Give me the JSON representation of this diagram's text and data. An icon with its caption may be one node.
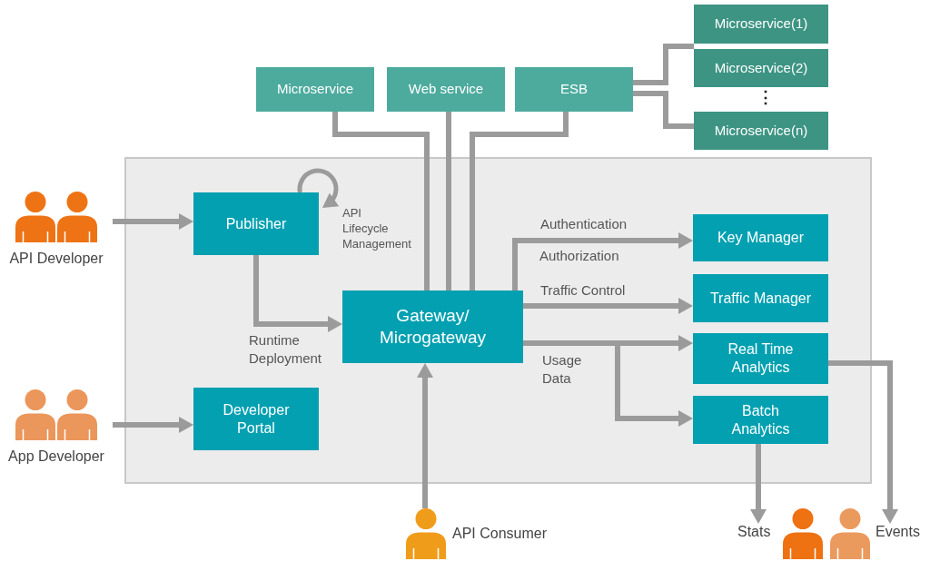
{
  "diagram": {
    "nodes": [
      {
        "text": [
          "Microservice"
        ]
      },
      {
        "text": [
          "Web service"
        ]
      },
      {
        "text": [
          "ESB"
        ]
      },
      {
        "text": [
          "Microservice(1)"
        ]
      },
      {
        "text": [
          "Microservice(2)"
        ]
      },
      {
        "text": [
          "Microservice(n)"
        ]
      },
      {
        "text": [],
        "shape": "box"
      },
      {
        "text": [
          "API Developer"
        ]
      },
      {
        "text": [
          "Publisher"
        ],
        "in": 6
      },
      {
        "text": [
          "Gateway/ Microgateway"
        ],
        "in": 6
      },
      {
        "text": [
          "Key Manager"
        ],
        "in": 6
      },
      {
        "text": [
          "Traffic Manager"
        ],
        "in": 6
      },
      {
        "text": [
          "Real Time Analytics"
        ],
        "in": 6
      },
      {
        "text": [
          "Batch Analytics"
        ],
        "in": 6
      },
      {
        "text": [
          "App Developer"
        ]
      },
      {
        "text": [
          "Developer Portal"
        ],
        "in": 6
      },
      {
        "text": [
          "API Consumer"
        ]
      },
      {
        "text": [
          "Stats"
        ]
      },
      {
        "text": [],
        "shape": "person"
      },
      {
        "text": [
          "Events"
        ]
      }
    ],
    "edges": [
      {
        "from": 0,
        "to": 9,
        "arrow": "none"
      },
      {
        "from": 1,
        "to": 9,
        "arrow": "none"
      },
      {
        "from": 2,
        "to": 9,
        "arrow": "none"
      },
      {
        "from": 2,
        "to": 3,
        "arrow": "none"
      },
      {
        "from": 2,
        "to": 4,
        "arrow": "none"
      },
      {
        "from": 2,
        "to": 5,
        "arrow": "none"
      },
      {
        "from": 7,
        "to": 8,
        "arrow": "to"
      },
      {
        "from": 8,
        "to": 8,
        "arrow": "to",
        "label": "API Lifecycle Management"
      },
      {
        "from": 8,
        "to": 9,
        "arrow": "to",
        "label": "Runtime Deployment"
      },
      {
        "from": 9,
        "to": 10,
        "arrow": "to",
        "label": "Authentication"
      },
      {
        "from": 9,
        "to": 11,
        "arrow": "to",
        "label": "Traffic Control"
      },
      {
        "from": 9,
        "to": 12,
        "arrow": "to",
        "label": "Usage Data"
      },
      {
        "from": 9,
        "to": 13,
        "arrow": "to"
      },
      {
        "from": 14,
        "to": 15,
        "arrow": "to"
      },
      {
        "from": 16,
        "to": 9,
        "arrow": "to"
      },
      {
        "from": 13,
        "to": 17,
        "arrow": "to"
      },
      {
        "from": 12,
        "to": 19,
        "arrow": "to"
      }
    ],
    "labels": [
      "⋮",
      "Authorization"
    ]
  }
}
